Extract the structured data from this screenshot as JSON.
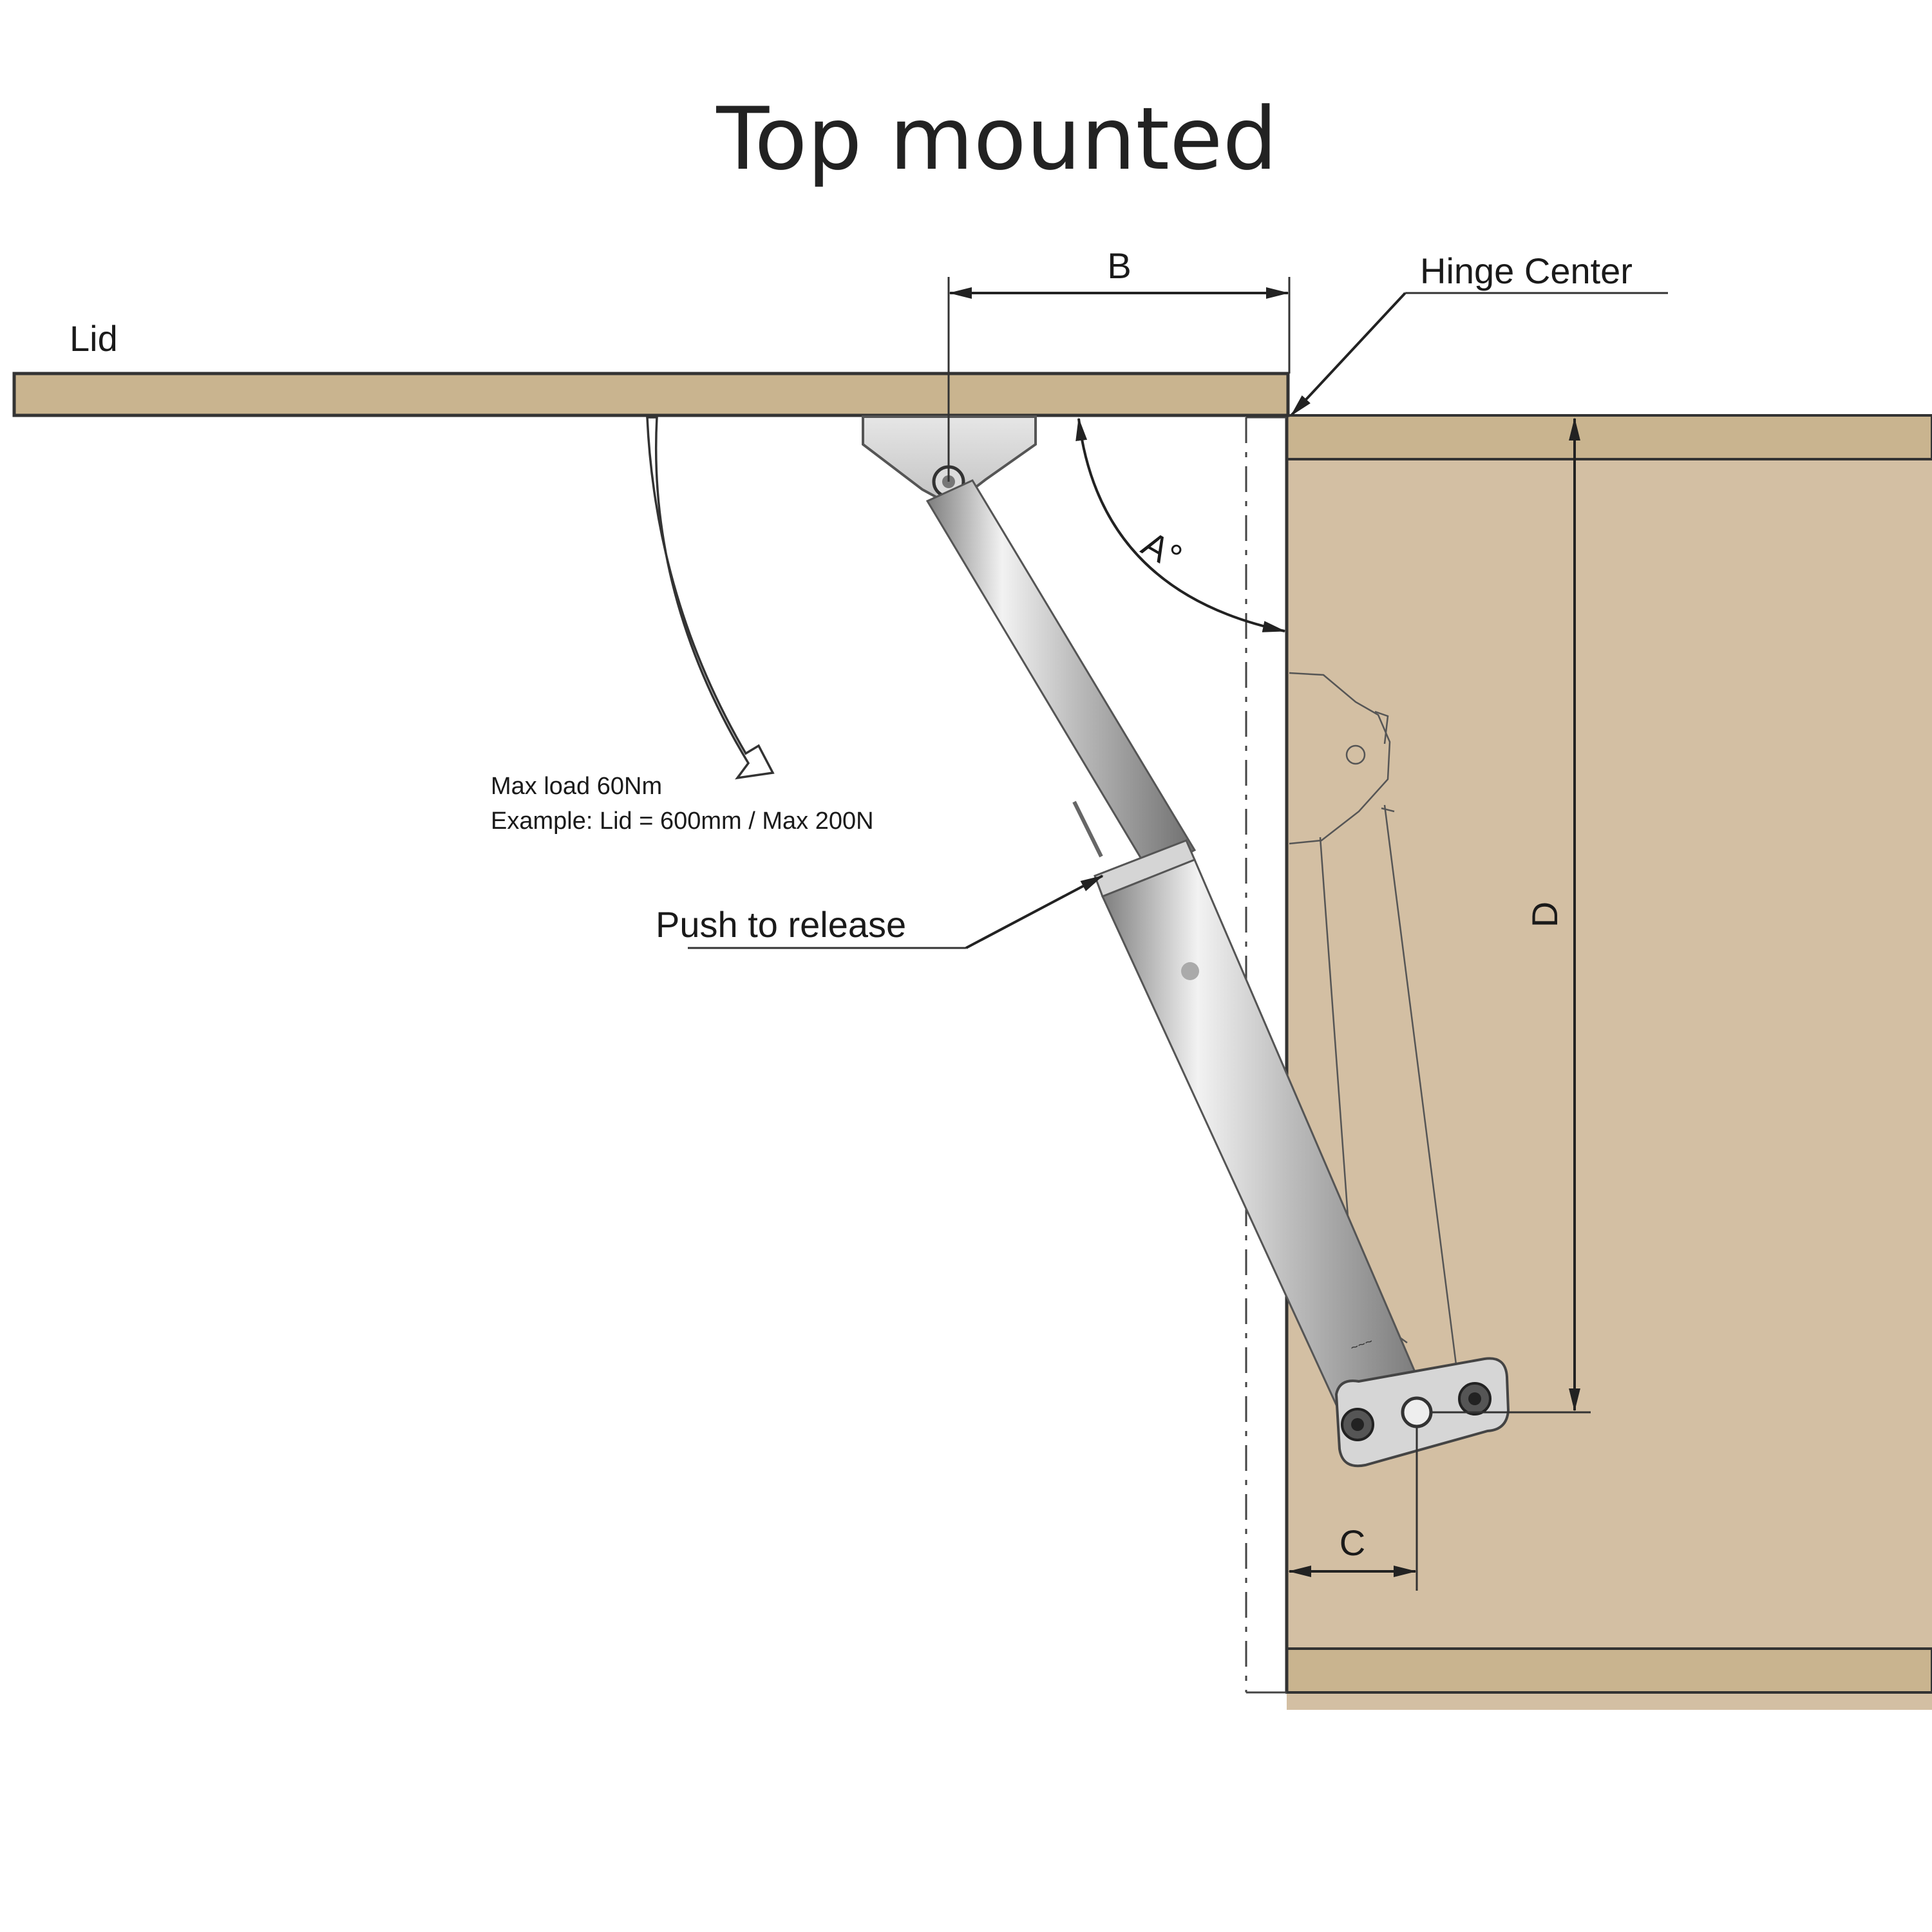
{
  "diagram": {
    "title": "Top mounted",
    "labels": {
      "lid": "Lid",
      "hinge_center": "Hinge Center",
      "dim_b": "B",
      "dim_c": "C",
      "dim_d": "D",
      "angle_a": "A°",
      "push_to_release": "Push to release",
      "max_load": "Max load 60Nm",
      "example": "Example: Lid = 600mm / Max 200N"
    },
    "colors": {
      "wood": "#C9B48F",
      "cabinet_fill": "#D3BFA3",
      "outline": "#333333",
      "metal": "#C8C8C8",
      "bracket": "#DCDCDC"
    }
  }
}
